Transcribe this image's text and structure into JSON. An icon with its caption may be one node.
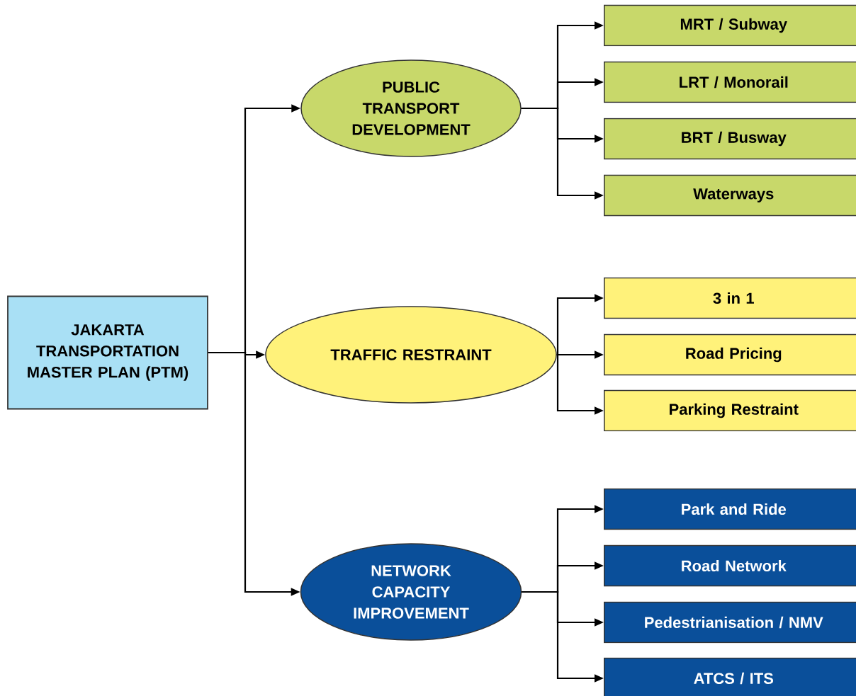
{
  "diagram": {
    "nodes": [
      {
        "text": [
          "JAKARTA TRANSPORTATION MASTER PLAN (PTM)"
        ]
      },
      {
        "text": [
          "PUBLIC TRANSPORT DEVELOPMENT"
        ]
      },
      {
        "text": [
          "TRAFFIC RESTRAINT"
        ]
      },
      {
        "text": [
          "NETWORK CAPACITY IMPROVEMENT"
        ]
      },
      {
        "text": [
          "MRT / Subway"
        ]
      },
      {
        "text": [
          "LRT / Monorail"
        ]
      },
      {
        "text": [
          "BRT / Busway"
        ]
      },
      {
        "text": [
          "Waterways"
        ]
      },
      {
        "text": [
          "3 in 1"
        ]
      },
      {
        "text": [
          "Road Pricing"
        ]
      },
      {
        "text": [
          "Parking Restraint"
        ]
      },
      {
        "text": [
          "Park and Ride"
        ]
      },
      {
        "text": [
          "Road Network"
        ]
      },
      {
        "text": [
          "Pedestrianisation / NMV"
        ]
      },
      {
        "text": [
          "ATCS / ITS"
        ]
      }
    ],
    "edges": [
      {
        "from": 0,
        "to": 1,
        "arrow": "to"
      },
      {
        "from": 0,
        "to": 2,
        "arrow": "to"
      },
      {
        "from": 0,
        "to": 3,
        "arrow": "to"
      },
      {
        "from": 1,
        "to": 4,
        "arrow": "to"
      },
      {
        "from": 1,
        "to": 5,
        "arrow": "to"
      },
      {
        "from": 1,
        "to": 6,
        "arrow": "to"
      },
      {
        "from": 1,
        "to": 7,
        "arrow": "to"
      },
      {
        "from": 2,
        "to": 8,
        "arrow": "to"
      },
      {
        "from": 2,
        "to": 9,
        "arrow": "to"
      },
      {
        "from": 2,
        "to": 10,
        "arrow": "to"
      },
      {
        "from": 3,
        "to": 11,
        "arrow": "to"
      },
      {
        "from": 3,
        "to": 12,
        "arrow": "to"
      },
      {
        "from": 3,
        "to": 13,
        "arrow": "to"
      },
      {
        "from": 3,
        "to": 14,
        "arrow": "to"
      }
    ]
  }
}
